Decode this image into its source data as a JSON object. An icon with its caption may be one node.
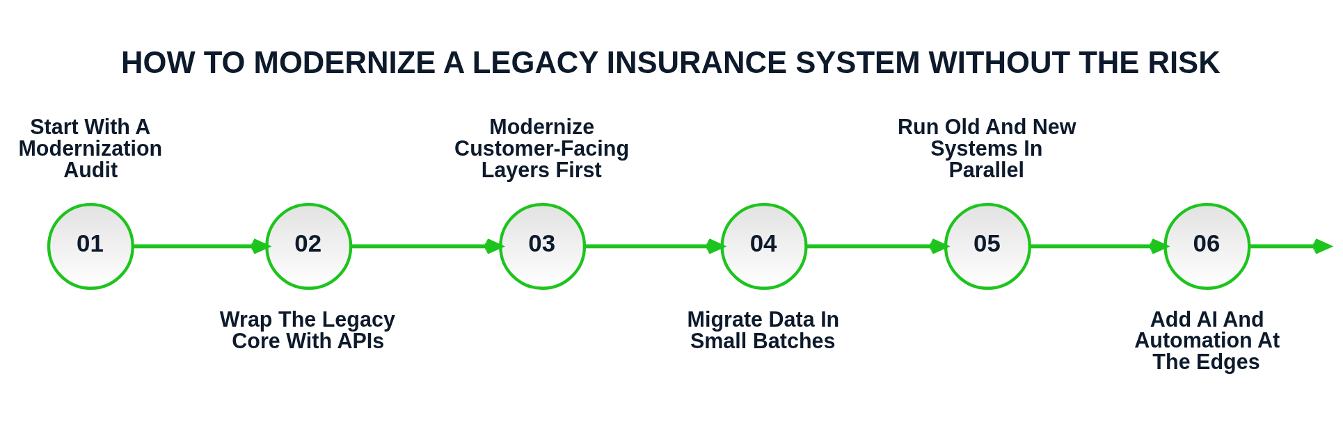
{
  "diagram": {
    "title": "HOW TO MODERNIZE A LEGACY INSURANCE SYSTEM WITHOUT THE RISK",
    "nodes": [
      {
        "text": [
          "01"
        ],
        "beside": [
          "Start With A Modernization Audit"
        ]
      },
      {
        "text": [
          "02"
        ],
        "beside": [
          "Wrap The Legacy Core With APIs"
        ]
      },
      {
        "text": [
          "03"
        ],
        "beside": [
          "Modernize Customer-Facing Layers First"
        ]
      },
      {
        "text": [
          "04"
        ],
        "beside": [
          "Migrate Data In Small Batches"
        ]
      },
      {
        "text": [
          "05"
        ],
        "beside": [
          "Run Old And New Systems In Parallel"
        ]
      },
      {
        "text": [
          "06"
        ],
        "beside": [
          "Add AI And Automation At The Edges"
        ]
      }
    ],
    "edges": [
      {
        "from": 0,
        "to": 1,
        "arrow": "to"
      },
      {
        "from": 1,
        "to": 2,
        "arrow": "to"
      },
      {
        "from": 2,
        "to": 3,
        "arrow": "to"
      },
      {
        "from": 3,
        "to": 4,
        "arrow": "to"
      },
      {
        "from": 4,
        "to": 5,
        "arrow": "to"
      },
      {
        "from": 5,
        "to": null,
        "arrow": "to"
      }
    ]
  }
}
